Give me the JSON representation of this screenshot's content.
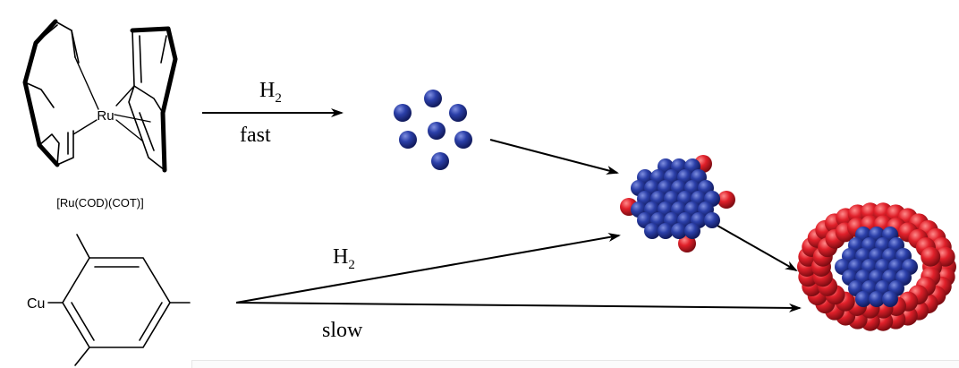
{
  "reagents": {
    "ru_complex_label": "[Ru(COD)(COT)]",
    "ru_atom": "Ru",
    "cu_atom": "Cu"
  },
  "arrows": {
    "top": {
      "reagent_main": "H",
      "reagent_sub": "2",
      "condition": "fast"
    },
    "bottom": {
      "reagent_main": "H",
      "reagent_sub": "2",
      "condition": "slow"
    }
  },
  "colors": {
    "ru_core": "#2b3fa8",
    "cu_shell": "#e0202a",
    "bond": "#000000",
    "background": "#ffffff"
  }
}
